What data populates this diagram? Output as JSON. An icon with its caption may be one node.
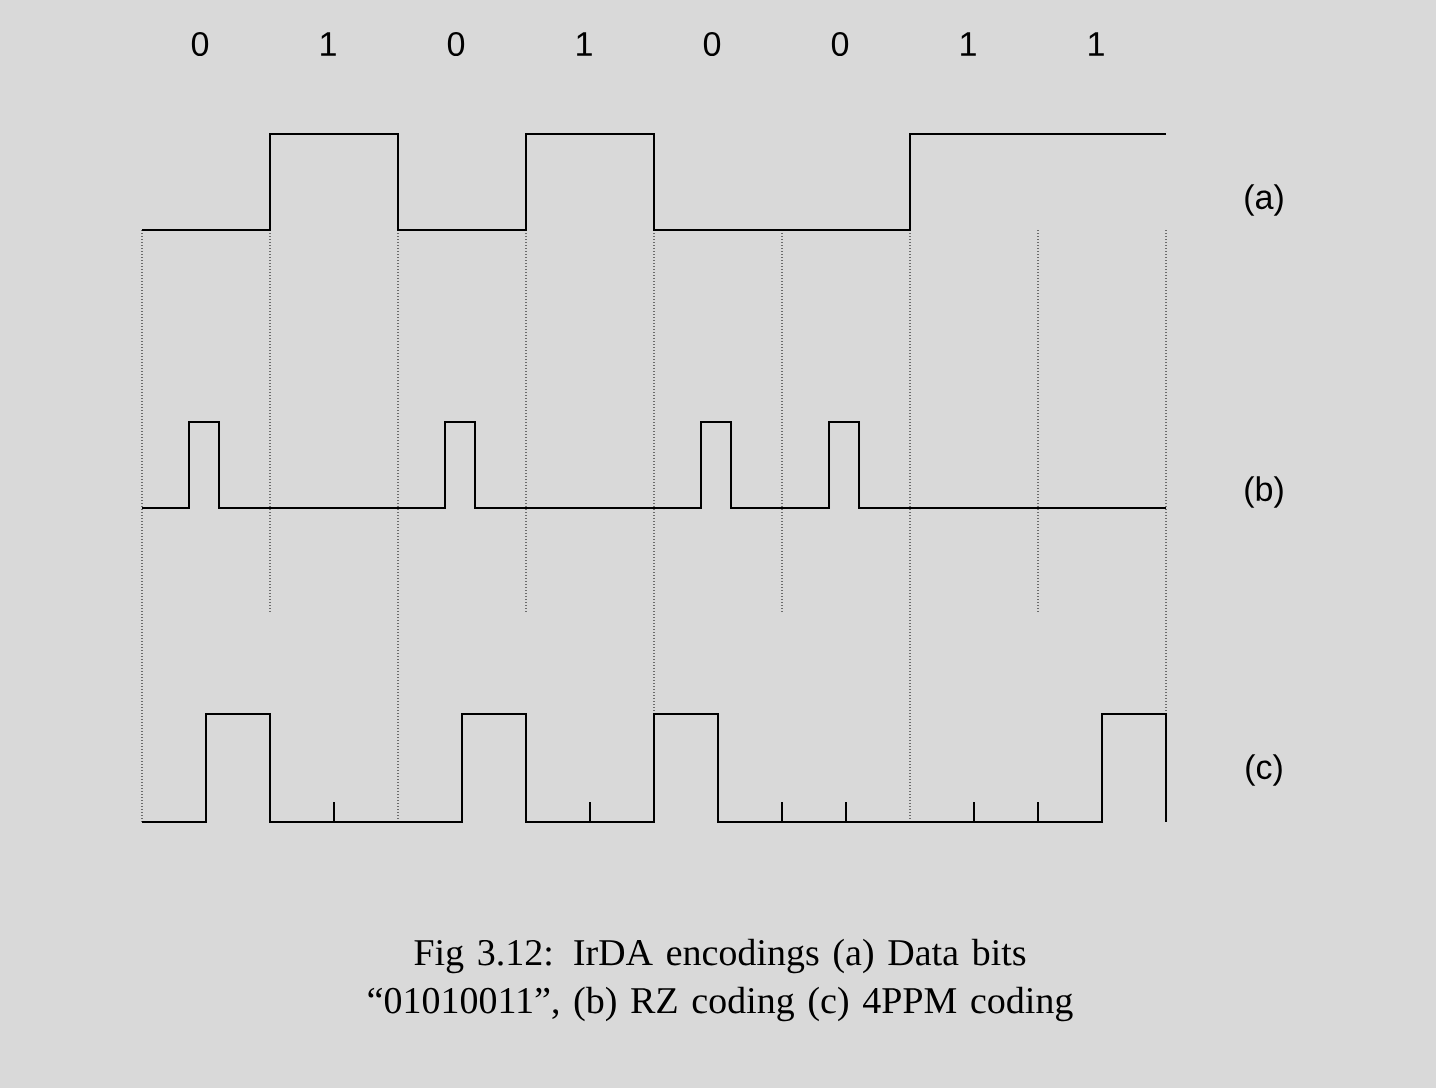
{
  "diagram": {
    "caption": "Fig 3.12: IrDA encodings (a) Data bits “01010011”, (b) RZ coding (c) 4PPM coding",
    "labels": [
      "0",
      "1",
      "0",
      "1",
      "0",
      "0",
      "1",
      "1",
      "(a)",
      "(b)",
      "(c)"
    ]
  }
}
